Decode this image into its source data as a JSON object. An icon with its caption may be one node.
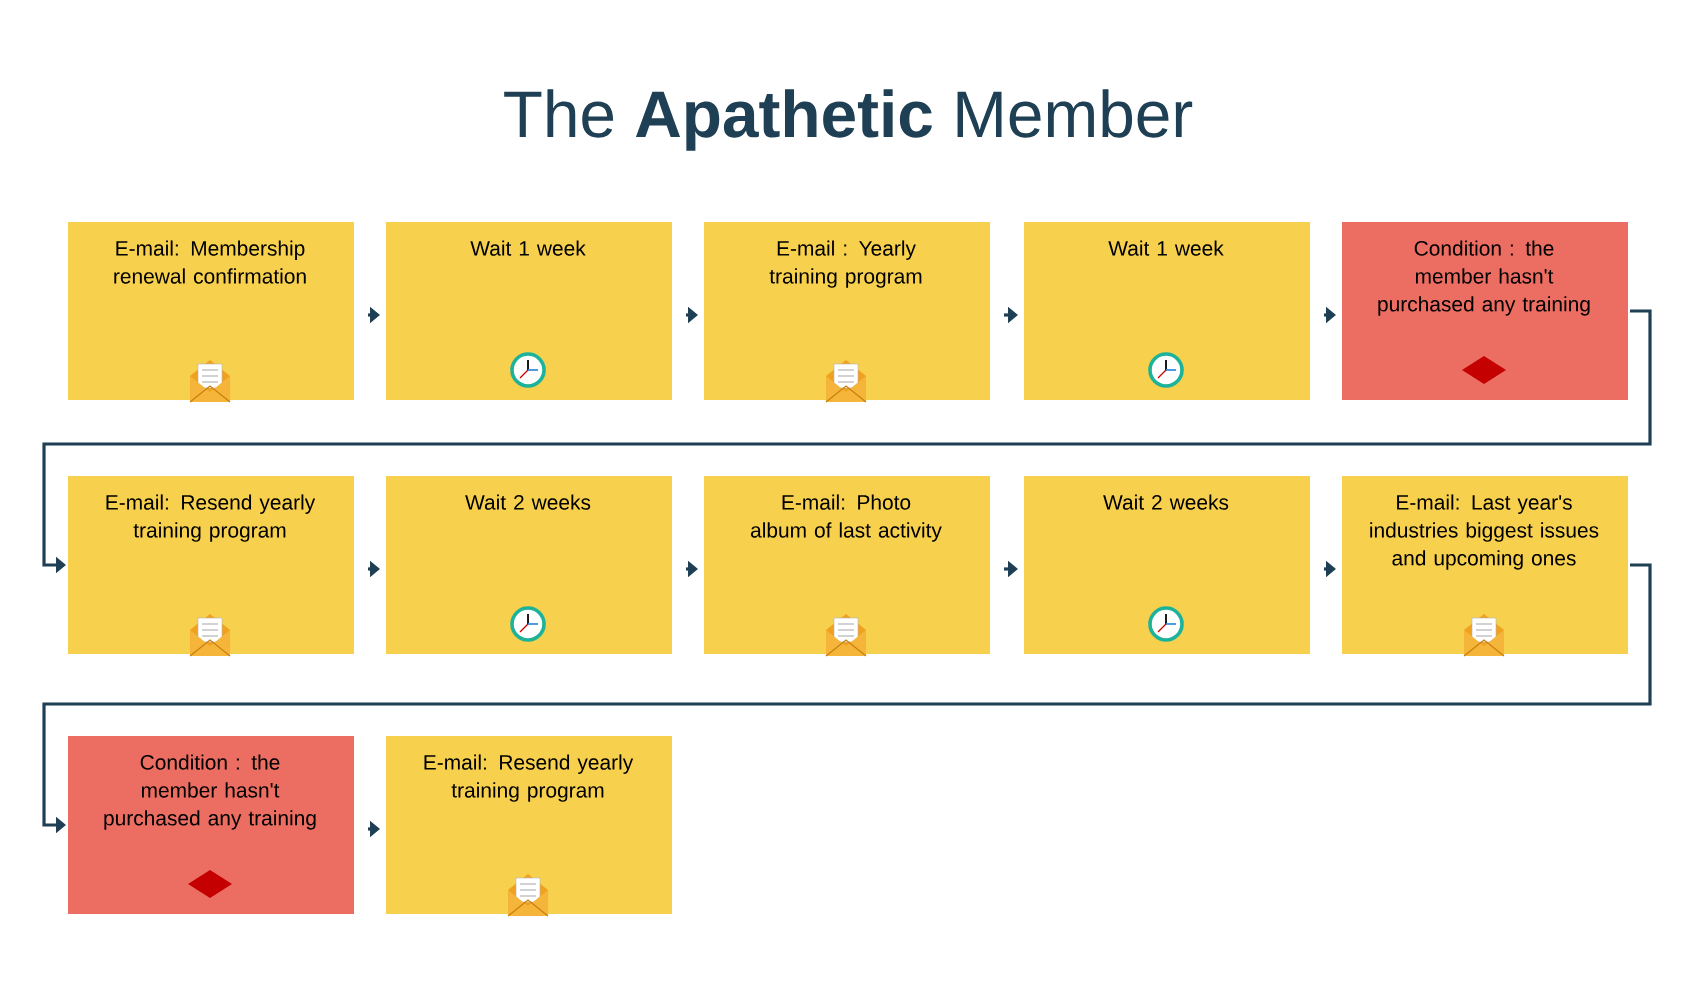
{
  "diagram": {
    "title": "The **Apathetic** Member",
    "nodes": [
      {
        "text": [
          "E-mail: Membership renewal confirmation"
        ]
      },
      {
        "text": [
          "Wait 1 week"
        ]
      },
      {
        "text": [
          "E-mail : Yearly training program"
        ]
      },
      {
        "text": [
          "Wait 1 week"
        ]
      },
      {
        "text": [
          "Condition : the member hasn't purchased any training"
        ]
      },
      {
        "text": [
          "E-mail: Resend yearly training program"
        ]
      },
      {
        "text": [
          "Wait 2 weeks"
        ]
      },
      {
        "text": [
          "E-mail: Photo album of last activity"
        ]
      },
      {
        "text": [
          "Wait 2 weeks"
        ]
      },
      {
        "text": [
          "E-mail: Last year's industries biggest issues and upcoming ones"
        ]
      },
      {
        "text": [
          "Condition : the member hasn't purchased any training"
        ]
      },
      {
        "text": [
          "E-mail: Resend yearly training program"
        ]
      }
    ],
    "edges": [
      {
        "from": 0,
        "to": 1,
        "arrow": "to"
      },
      {
        "from": 1,
        "to": 2,
        "arrow": "to"
      },
      {
        "from": 2,
        "to": 3,
        "arrow": "to"
      },
      {
        "from": 3,
        "to": 4,
        "arrow": "to"
      },
      {
        "from": 4,
        "to": 5,
        "arrow": "to"
      },
      {
        "from": 5,
        "to": 6,
        "arrow": "to"
      },
      {
        "from": 6,
        "to": 7,
        "arrow": "to"
      },
      {
        "from": 7,
        "to": 8,
        "arrow": "to"
      },
      {
        "from": 8,
        "to": 9,
        "arrow": "to"
      },
      {
        "from": 9,
        "to": 10,
        "arrow": "to"
      },
      {
        "from": 10,
        "to": 11,
        "arrow": "to"
      }
    ]
  }
}
